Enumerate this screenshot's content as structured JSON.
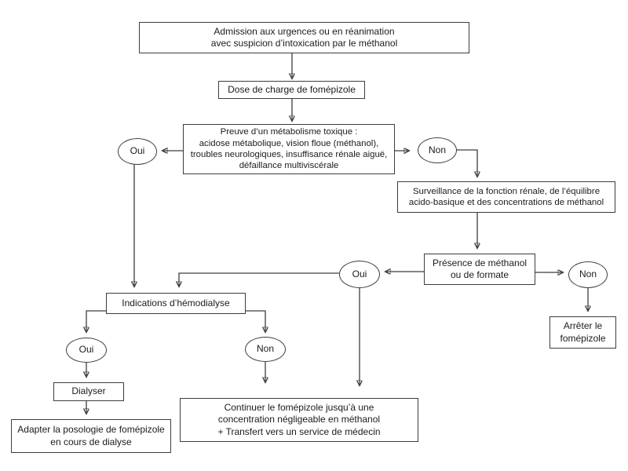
{
  "diagram": {
    "nodes": {
      "admission": {
        "label": "Admission aux urgences ou en réanimation\navec suspicion d’intoxication par le méthanol"
      },
      "dose": {
        "label": "Dose de charge de fomépizole"
      },
      "preuve": {
        "label": "Preuve d’un métabolisme toxique :\nacidose métabolique, vision floue (méthanol),\ntroubles neurologiques, insuffisance rénale aiguë,\ndéfaillance multiviscérale"
      },
      "oui_metabolisme": {
        "label": "Oui"
      },
      "non_metabolisme": {
        "label": "Non"
      },
      "surveillance": {
        "label": "Surveillance de la fonction rénale, de l’équilibre\nacido-basique et des concentrations de méthanol"
      },
      "presence": {
        "label": "Présence de méthanol\nou de formate"
      },
      "oui_presence": {
        "label": "Oui"
      },
      "non_presence": {
        "label": "Non"
      },
      "arreter": {
        "label": "Arrêter le\nfomépizole"
      },
      "indications": {
        "label": "Indications d’hémodialyse"
      },
      "oui_dialyse": {
        "label": "Oui"
      },
      "non_dialyse": {
        "label": "Non"
      },
      "dialyser": {
        "label": "Dialyser"
      },
      "adapter": {
        "label": "Adapter la posologie de fomépizole\nen cours de dialyse"
      },
      "continuer": {
        "label": "Continuer le fomépizole jusqu’à une\nconcentration négligeable en méthanol\n+ Transfert vers un service de médecin"
      }
    },
    "colors": {
      "border": "#3d3d3d",
      "line": "#3d3d3d",
      "text": "#1b1b1b",
      "background": "#ffffff"
    }
  }
}
